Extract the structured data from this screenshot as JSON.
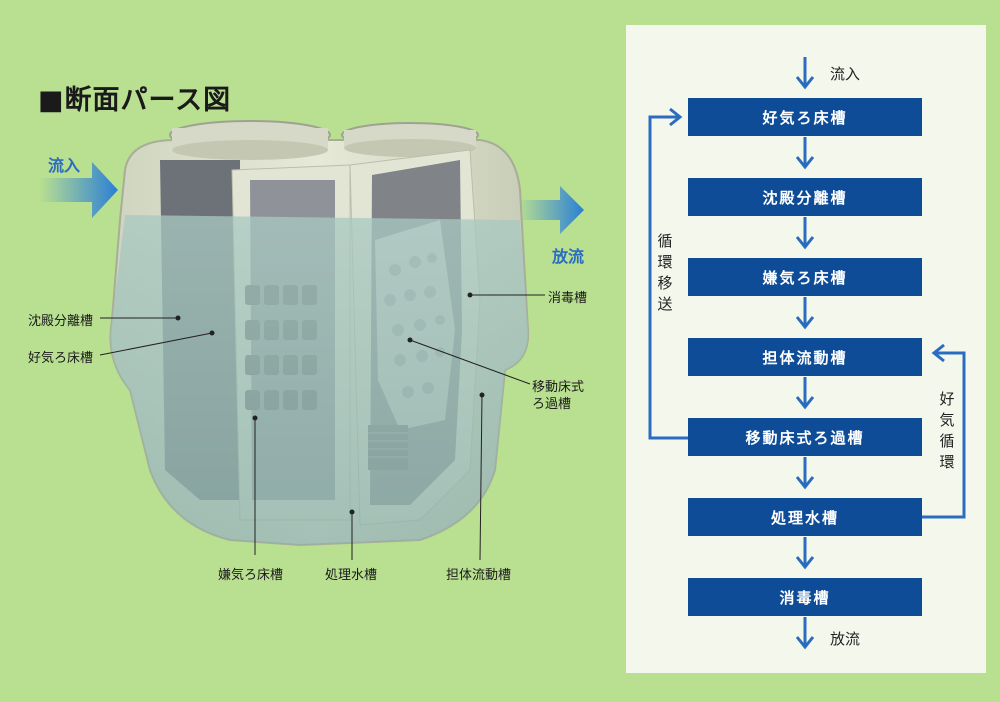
{
  "title": "■断面パース図",
  "illustration": {
    "inflow_label": "流入",
    "outflow_label": "放流",
    "labels": {
      "sedimentation": "沈殿分離槽",
      "aerobic_filter": "好気ろ床槽",
      "disinfection": "消毒槽",
      "moving_bed_filter_line1": "移動床式",
      "moving_bed_filter_line2": "ろ過槽",
      "anaerobic_filter": "嫌気ろ床槽",
      "treated_water": "処理水槽",
      "carrier_fluidized": "担体流動槽"
    }
  },
  "flow_diagram": {
    "inflow": "流入",
    "outflow": "放流",
    "steps": [
      "好気ろ床槽",
      "沈殿分離槽",
      "嫌気ろ床槽",
      "担体流動槽",
      "移動床式ろ過槽",
      "処理水槽",
      "消毒槽"
    ],
    "recirculation_left": [
      "循",
      "環",
      "移",
      "送"
    ],
    "recirculation_right": [
      "好",
      "気",
      "循",
      "環"
    ]
  },
  "colors": {
    "background": "#b9df91",
    "panel": "#f4f7ec",
    "box": "#0e4c97",
    "arrow": "#2a6cc0"
  }
}
